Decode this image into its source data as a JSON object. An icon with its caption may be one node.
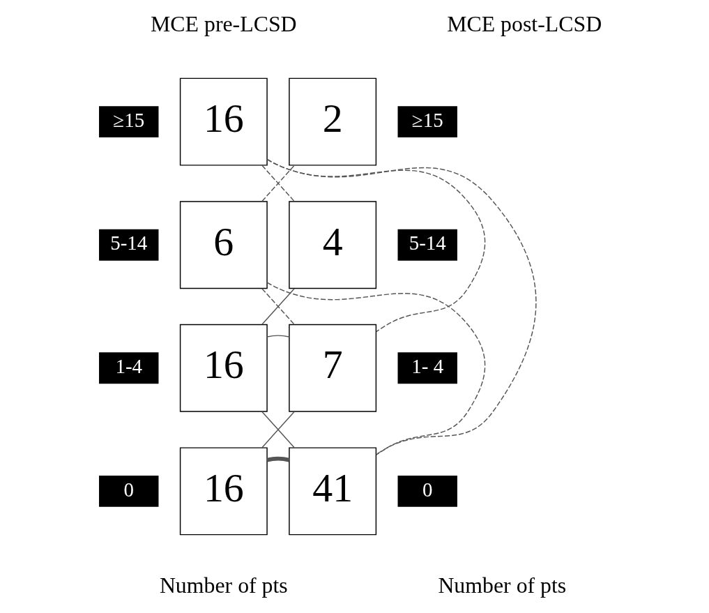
{
  "diagram": {
    "nodes": [
      {
        "text": [
          "16"
        ],
        "beside": [
          "≥15"
        ]
      },
      {
        "text": [
          "6"
        ],
        "beside": [
          "5-14"
        ]
      },
      {
        "text": [
          "16"
        ],
        "beside": [
          "1-4"
        ]
      },
      {
        "text": [
          "16"
        ],
        "beside": [
          "0"
        ]
      },
      {
        "text": [
          "2"
        ],
        "beside": [
          "≥15"
        ]
      },
      {
        "text": [
          "4"
        ],
        "beside": [
          "5-14"
        ]
      },
      {
        "text": [
          "7"
        ],
        "beside": [
          "1- 4"
        ]
      },
      {
        "text": [
          "41"
        ],
        "beside": [
          "0"
        ]
      }
    ],
    "edges": [
      {
        "from": 0,
        "to": 5,
        "arrow": "none",
        "style": "dashed"
      },
      {
        "from": 0,
        "to": 6,
        "arrow": "none",
        "style": "dashed"
      },
      {
        "from": 0,
        "to": 7,
        "arrow": "none",
        "style": "dashed"
      },
      {
        "from": 1,
        "to": 4,
        "arrow": "none",
        "style": "dashed"
      },
      {
        "from": 1,
        "to": 6,
        "arrow": "none",
        "style": "dashed"
      },
      {
        "from": 1,
        "to": 7,
        "arrow": "none",
        "style": "dashed"
      },
      {
        "from": 2,
        "to": 5,
        "arrow": "none"
      },
      {
        "from": 2,
        "to": 6,
        "arrow": "none"
      },
      {
        "from": 2,
        "to": 7,
        "arrow": "none"
      },
      {
        "from": 3,
        "to": 6,
        "arrow": "none"
      },
      {
        "from": 3,
        "to": 7,
        "arrow": "none",
        "style": "thick"
      }
    ],
    "labels": [
      "MCE pre-LCSD",
      "MCE post-LCSD",
      "Number of pts",
      "Number of pts"
    ]
  }
}
